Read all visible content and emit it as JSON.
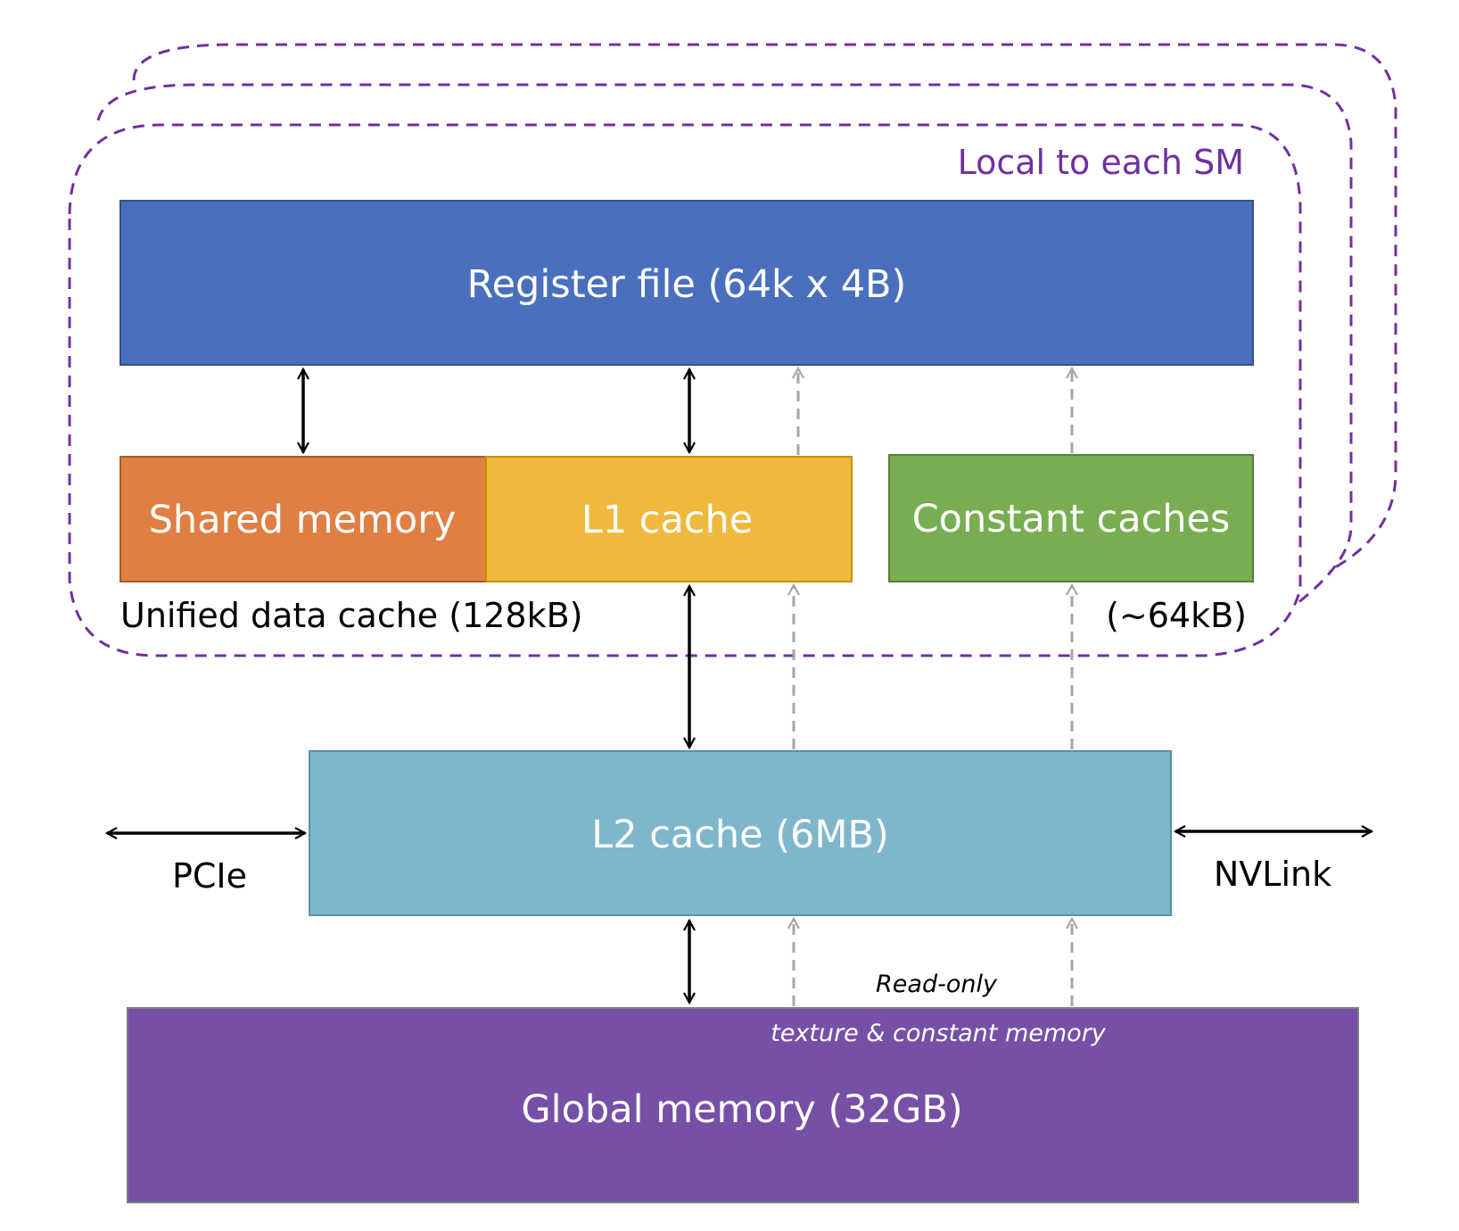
{
  "sm_region": {
    "label": "Local to each SM",
    "color": "#7030a0"
  },
  "boxes": {
    "register_file": {
      "label": "Register file (64k x 4B)",
      "color": "#4a70bd"
    },
    "shared_memory": {
      "label": "Shared memory",
      "color": "#e07f43"
    },
    "l1_cache": {
      "label": "L1 cache",
      "color": "#f0b93d"
    },
    "constant_caches": {
      "label": "Constant caches",
      "color": "#79ad51"
    },
    "l2_cache": {
      "label": "L2 cache (6MB)",
      "color": "#7fb6cc"
    },
    "global_memory": {
      "label": "Global memory (32GB)",
      "color": "#7550a6"
    }
  },
  "labels": {
    "unified_cache": "Unified data cache (128kB)",
    "constant_size": "(~64kB)",
    "pcie": "PCIe",
    "nvlink": "NVLink",
    "read_only": "Read-only",
    "texture_constant": "texture & constant memory"
  },
  "colors": {
    "solid_arrow": "#000000",
    "dashed_arrow": "#a6a6a6"
  }
}
